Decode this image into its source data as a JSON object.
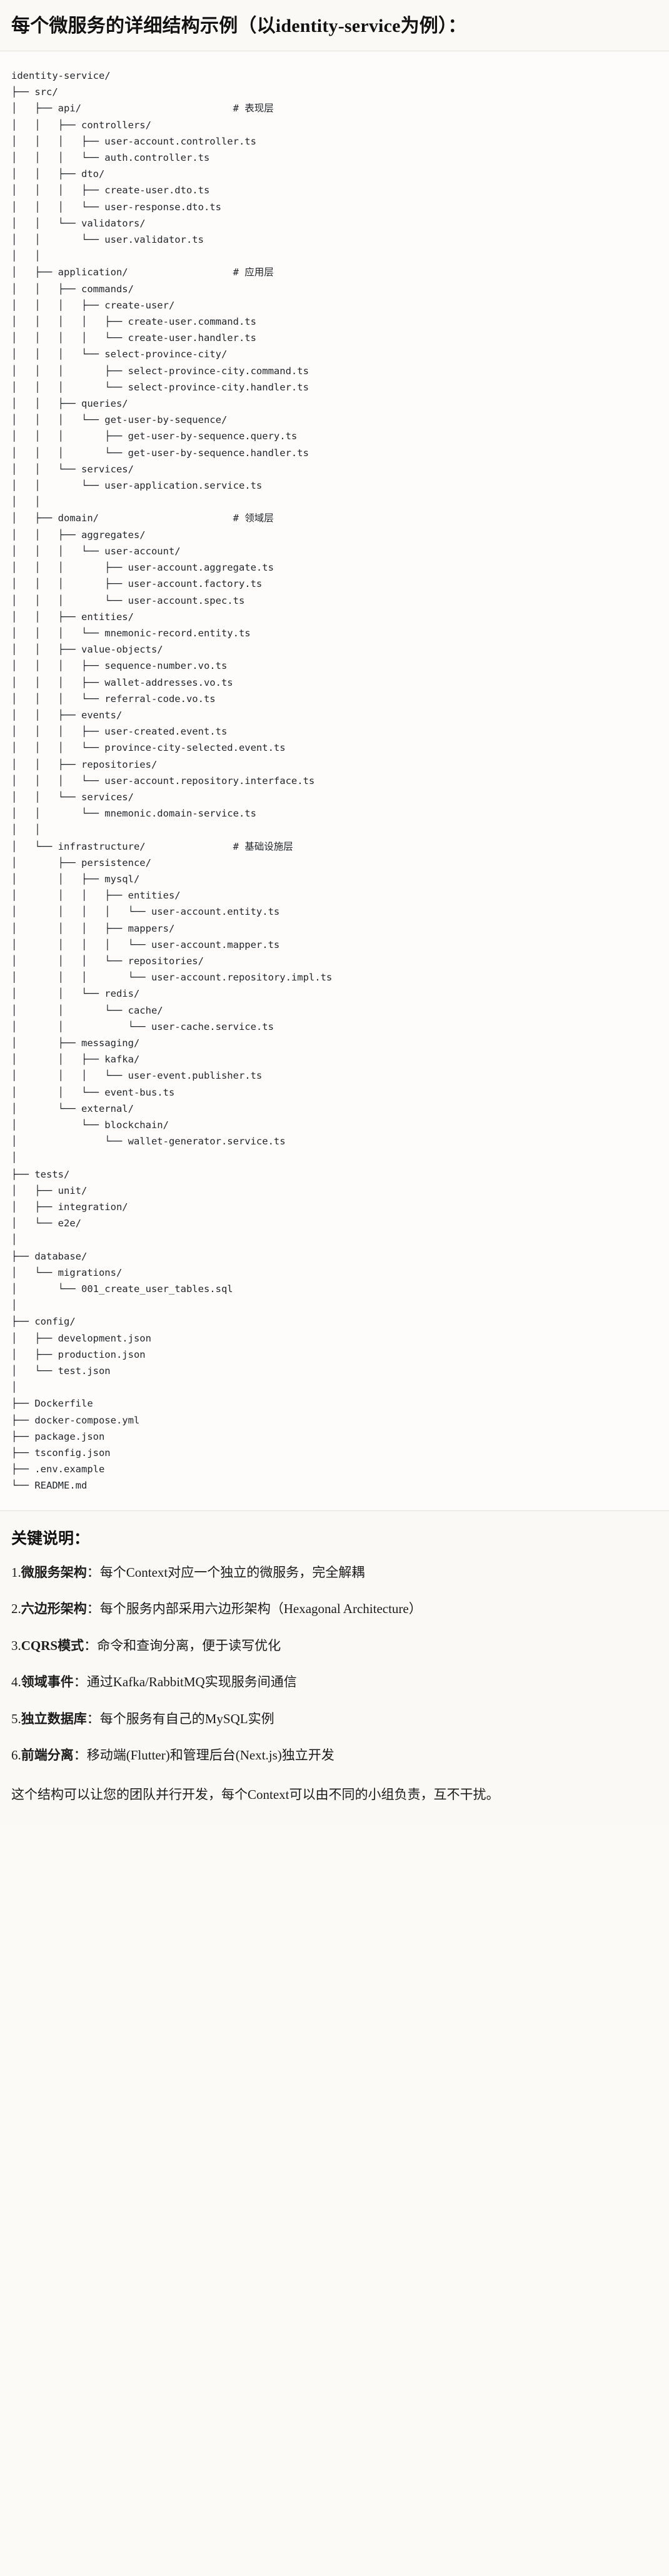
{
  "header": {
    "title": "每个微服务的详细结构示例（以identity-service为例）："
  },
  "tree": {
    "root_label": "identity-service/",
    "comment_prefix": "#",
    "comments": {
      "api": "# 表现层",
      "application": "# 应用层",
      "domain": "# 领域层",
      "infrastructure": "# 基础设施层"
    },
    "text": "identity-service/\n├── src/\n│   ├── api/                          # 表现层\n│   │   ├── controllers/\n│   │   │   ├── user-account.controller.ts\n│   │   │   └── auth.controller.ts\n│   │   ├── dto/\n│   │   │   ├── create-user.dto.ts\n│   │   │   └── user-response.dto.ts\n│   │   └── validators/\n│   │       └── user.validator.ts\n│   │\n│   ├── application/                  # 应用层\n│   │   ├── commands/\n│   │   │   ├── create-user/\n│   │   │   │   ├── create-user.command.ts\n│   │   │   │   └── create-user.handler.ts\n│   │   │   └── select-province-city/\n│   │   │       ├── select-province-city.command.ts\n│   │   │       └── select-province-city.handler.ts\n│   │   ├── queries/\n│   │   │   └── get-user-by-sequence/\n│   │   │       ├── get-user-by-sequence.query.ts\n│   │   │       └── get-user-by-sequence.handler.ts\n│   │   └── services/\n│   │       └── user-application.service.ts\n│   │\n│   ├── domain/                       # 领域层\n│   │   ├── aggregates/\n│   │   │   └── user-account/\n│   │   │       ├── user-account.aggregate.ts\n│   │   │       ├── user-account.factory.ts\n│   │   │       └── user-account.spec.ts\n│   │   ├── entities/\n│   │   │   └── mnemonic-record.entity.ts\n│   │   ├── value-objects/\n│   │   │   ├── sequence-number.vo.ts\n│   │   │   ├── wallet-addresses.vo.ts\n│   │   │   └── referral-code.vo.ts\n│   │   ├── events/\n│   │   │   ├── user-created.event.ts\n│   │   │   └── province-city-selected.event.ts\n│   │   ├── repositories/\n│   │   │   └── user-account.repository.interface.ts\n│   │   └── services/\n│   │       └── mnemonic.domain-service.ts\n│   │\n│   └── infrastructure/               # 基础设施层\n│       ├── persistence/\n│       │   ├── mysql/\n│       │   │   ├── entities/\n│       │   │   │   └── user-account.entity.ts\n│       │   │   ├── mappers/\n│       │   │   │   └── user-account.mapper.ts\n│       │   │   └── repositories/\n│       │   │       └── user-account.repository.impl.ts\n│       │   └── redis/\n│       │       └── cache/\n│       │           └── user-cache.service.ts\n│       ├── messaging/\n│       │   ├── kafka/\n│       │   │   └── user-event.publisher.ts\n│       │   └── event-bus.ts\n│       └── external/\n│           └── blockchain/\n│               └── wallet-generator.service.ts\n│\n├── tests/\n│   ├── unit/\n│   ├── integration/\n│   └── e2e/\n│\n├── database/\n│   └── migrations/\n│       └── 001_create_user_tables.sql\n│\n├── config/\n│   ├── development.json\n│   ├── production.json\n│   └── test.json\n│\n├── Dockerfile\n├── docker-compose.yml\n├── package.json\n├── tsconfig.json\n├── .env.example\n└── README.md"
  },
  "notes": {
    "title": "关键说明：",
    "items": [
      {
        "num": "1.",
        "term": "微服务架构",
        "sep": "：",
        "desc": "每个Context对应一个独立的微服务，完全解耦"
      },
      {
        "num": "2.",
        "term": "六边形架构",
        "sep": "：",
        "desc": "每个服务内部采用六边形架构（Hexagonal Architecture）"
      },
      {
        "num": "3.",
        "term": "CQRS模式",
        "sep": "：",
        "desc": "命令和查询分离，便于读写优化"
      },
      {
        "num": "4.",
        "term": "领域事件",
        "sep": "：",
        "desc": "通过Kafka/RabbitMQ实现服务间通信"
      },
      {
        "num": "5.",
        "term": "独立数据库",
        "sep": "：",
        "desc": "每个服务有自己的MySQL实例"
      },
      {
        "num": "6.",
        "term": "前端分离",
        "sep": "：",
        "desc": "移动端(Flutter)和管理后台(Next.js)独立开发"
      }
    ],
    "closing": "这个结构可以让您的团队并行开发，每个Context可以由不同的小组负责，互不干扰。"
  }
}
